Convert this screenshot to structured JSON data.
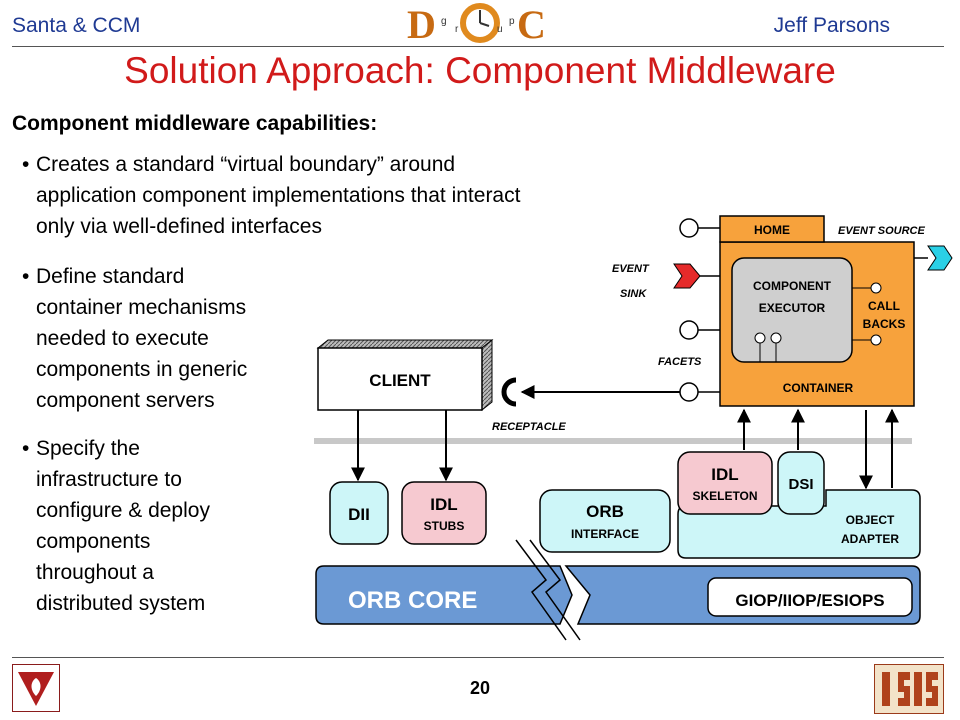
{
  "header": {
    "left": "Santa & CCM",
    "right": "Jeff Parsons",
    "logo_text": "DOC"
  },
  "title": "Solution Approach: Component Middleware",
  "subheading": "Component middleware capabilities:",
  "bullets": [
    {
      "lines": [
        "Creates a standard “virtual boundary” around",
        "application component implementations that interact",
        "only via well-defined interfaces"
      ]
    },
    {
      "lines": [
        "Define standard",
        "container mechanisms",
        "needed to execute",
        "components in generic",
        "component servers"
      ]
    },
    {
      "lines": [
        "Specify the",
        "infrastructure to",
        "configure & deploy",
        "components",
        "throughout a",
        "distributed system"
      ]
    }
  ],
  "diagram": {
    "home": "HOME",
    "event_source": "EVENT SOURCE",
    "event": "EVENT",
    "sink": "SINK",
    "component": "COMPONENT",
    "executor": "EXECUTOR",
    "call": "CALL",
    "backs": "BACKS",
    "facets": "FACETS",
    "container": "CONTAINER",
    "client": "CLIENT",
    "receptacle": "RECEPTACLE",
    "dii": "DII",
    "idl_stubs_1": "IDL",
    "idl_stubs_2": "STUBS",
    "orb_interface_1": "ORB",
    "orb_interface_2": "INTERFACE",
    "idl_skel_1": "IDL",
    "idl_skel_2": "SKELETON",
    "dsi": "DSI",
    "object": "OBJECT",
    "adapter": "ADAPTER",
    "orb_core": "ORB  CORE",
    "giop": "GIOP/IIOP/ESIOPS"
  },
  "footer": {
    "page_number": "20"
  },
  "colors": {
    "title": "#d11a1a",
    "header": "#1f3a93",
    "container": "#f7a23c",
    "cyan": "#cdf6f8",
    "pink": "#f6c9d0",
    "orb_core": "#6b99d4"
  }
}
